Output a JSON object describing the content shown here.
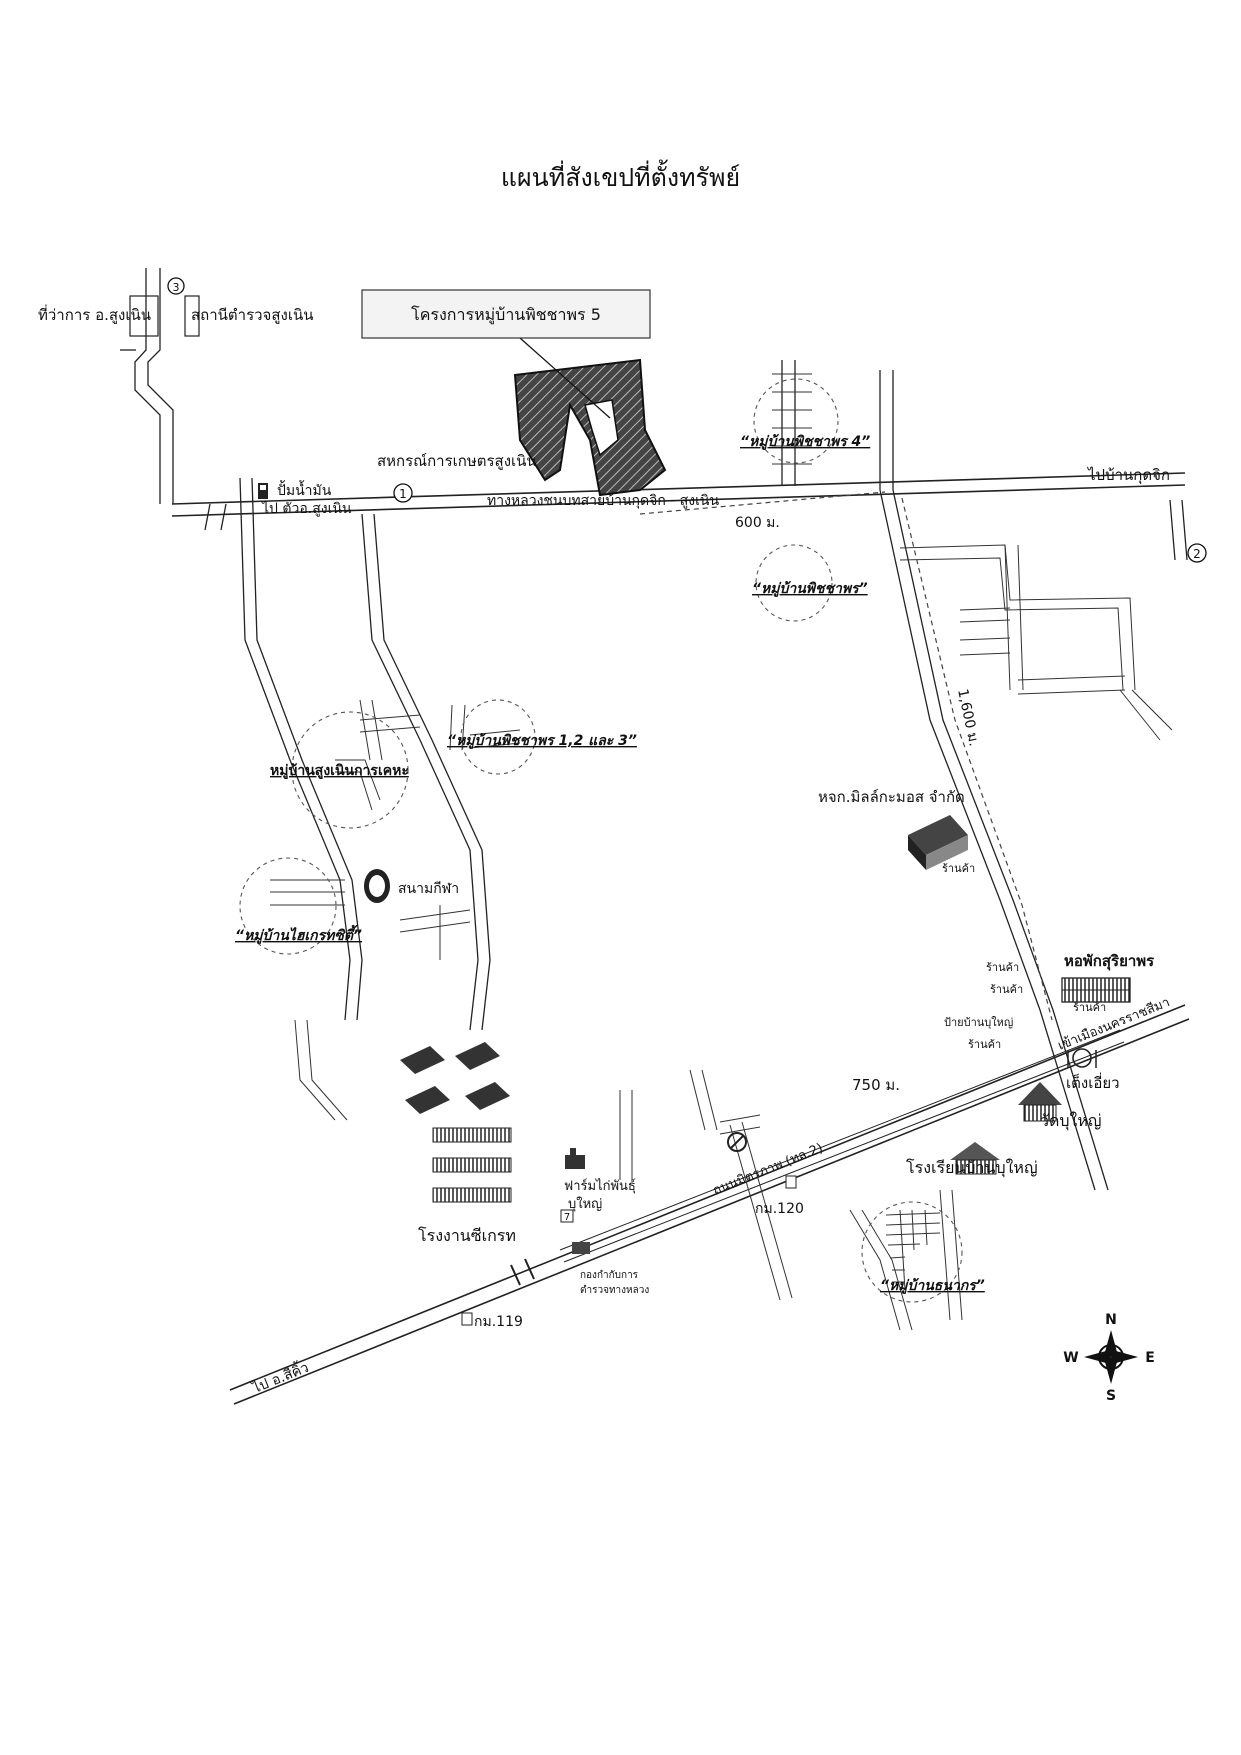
{
  "page": {
    "title": "แผนที่สังเขปที่ตั้งทรัพย์"
  },
  "callout": {
    "project": "โครงการหมู่บ้านพิชชาพร 5"
  },
  "labels": {
    "district_office": "ที่ว่าการ อ.สูงเนิน",
    "police_station": "สถานีตำรวจสูงเนิน",
    "gas_station": "ปั้มน้ำมัน",
    "to_town": "ไป ตัวอ.สูงเนิน",
    "coop": "สหกรณ์การเกษตรสูงเนิน",
    "highway": "ทางหลวงชนบทสายบ้านกุดจิก - สูงเนิน",
    "to_kudjik": "ไปบ้านกุดจิก",
    "dist_600": "600 ม.",
    "dist_1600": "1,600 ม.",
    "dist_750": "750 ม.",
    "vil_pitchaporn4": "“หมู่บ้านพิชชาพร 4”",
    "vil_pitchaporn": "“หมู่บ้านพิชชาพร”",
    "vil_pitchaporn123": "“หมู่บ้านพิชชาพร 1,2 และ 3”",
    "vil_soongnoen_housing": "หมู่บ้านสูงเนินการเคหะ",
    "stadium": "สนามกีฬา",
    "vil_high_grade_city": "“หมู่บ้านไฮเกรทซิตี้”",
    "company": "หจก.มิลล์กะมอส จำกัด",
    "shop": "ร้านค้า",
    "dorm": "หอพักสุริยาพร",
    "bus_stop": "ป้ายบ้านบุใหญ่",
    "to_korat": "เข้าเมืองนครราชสีมา",
    "teng_iew": "เต็งเอี่ยว",
    "wat": "วัดบุใหญ่",
    "school": "โรงเรียนบ้านบุใหญ่",
    "mittraphap": "ถนนมิตรภาพ (ทล.2)",
    "km120": "กม.120",
    "km119": "กม.119",
    "chicken_farm_1": "ฟาร์มไก่พันธุ์",
    "chicken_farm_2": "บุใหญ่",
    "factory": "โรงงานซีเกรท",
    "highway_police_1": "กองกำกับการ",
    "highway_police_2": "ตำรวจทางหลวง",
    "vil_thanakorn": "“หมู่บ้านธนากร”",
    "to_sikhio": "ไป อ.สีคิ้ว",
    "marker_1": "1",
    "marker_2": "2",
    "marker_3": "3"
  },
  "compass": {
    "n": "N",
    "s": "S",
    "e": "E",
    "w": "W"
  }
}
